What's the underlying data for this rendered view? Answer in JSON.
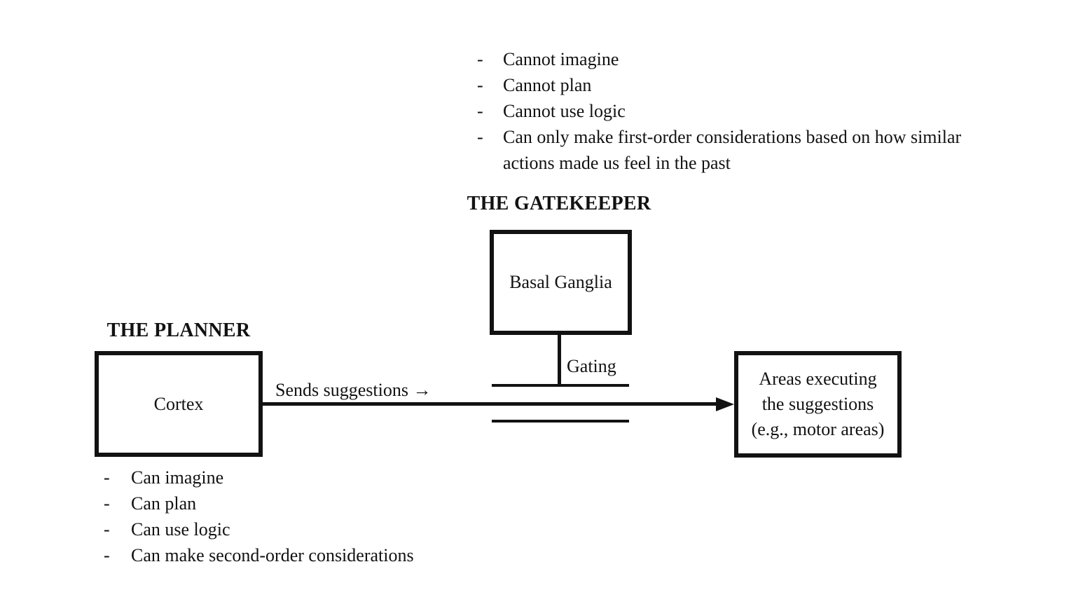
{
  "bullets": {
    "dash": "-"
  },
  "colors": {
    "ink": "#121212",
    "background": "#ffffff"
  },
  "gatekeeper": {
    "title": "THE GATEKEEPER",
    "box_label": "Basal Ganglia",
    "gating_label": "Gating",
    "notes": [
      "Cannot imagine",
      "Cannot plan",
      "Cannot use logic",
      "Can only make first-order considerations based on how similar actions made us feel in the past"
    ]
  },
  "planner": {
    "title": "THE PLANNER",
    "box_label": "Cortex",
    "notes": [
      "Can imagine",
      "Can plan",
      "Can use logic",
      "Can make second-order considerations"
    ]
  },
  "flow": {
    "arrow_label": "Sends suggestions →"
  },
  "executor": {
    "box_lines": [
      "Areas executing",
      "the suggestions",
      "(e.g., motor areas)"
    ]
  }
}
